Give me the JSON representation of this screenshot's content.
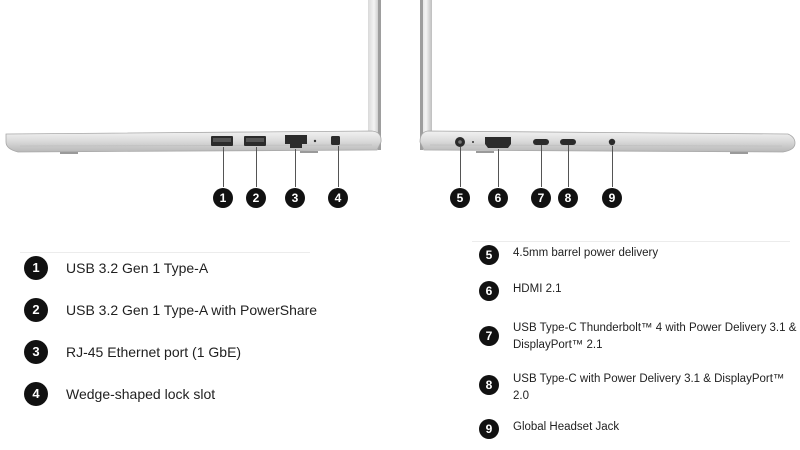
{
  "callouts": {
    "left": [
      "1",
      "2",
      "3",
      "4"
    ],
    "right": [
      "5",
      "6",
      "7",
      "8",
      "9"
    ]
  },
  "ports_left": [
    {
      "num": "1",
      "label": "USB 3.2 Gen 1 Type-A"
    },
    {
      "num": "2",
      "label": "USB 3.2 Gen 1 Type-A with PowerShare"
    },
    {
      "num": "3",
      "label": "RJ-45 Ethernet port (1 GbE)"
    },
    {
      "num": "4",
      "label": "Wedge-shaped lock slot"
    }
  ],
  "ports_right": [
    {
      "num": "5",
      "line1": "4.5mm barrel power delivery",
      "line2": ""
    },
    {
      "num": "6",
      "line1": "HDMI 2.1",
      "line2": ""
    },
    {
      "num": "7",
      "line1": "USB Type-C Thunderbolt™ 4 with Power Delivery 3.1 &",
      "line2": "DisplayPort™ 2.1"
    },
    {
      "num": "8",
      "line1": "USB Type-C with Power Delivery 3.1 & DisplayPort™",
      "line2": "2.0"
    },
    {
      "num": "9",
      "line1": "Global Headset Jack",
      "line2": ""
    }
  ]
}
